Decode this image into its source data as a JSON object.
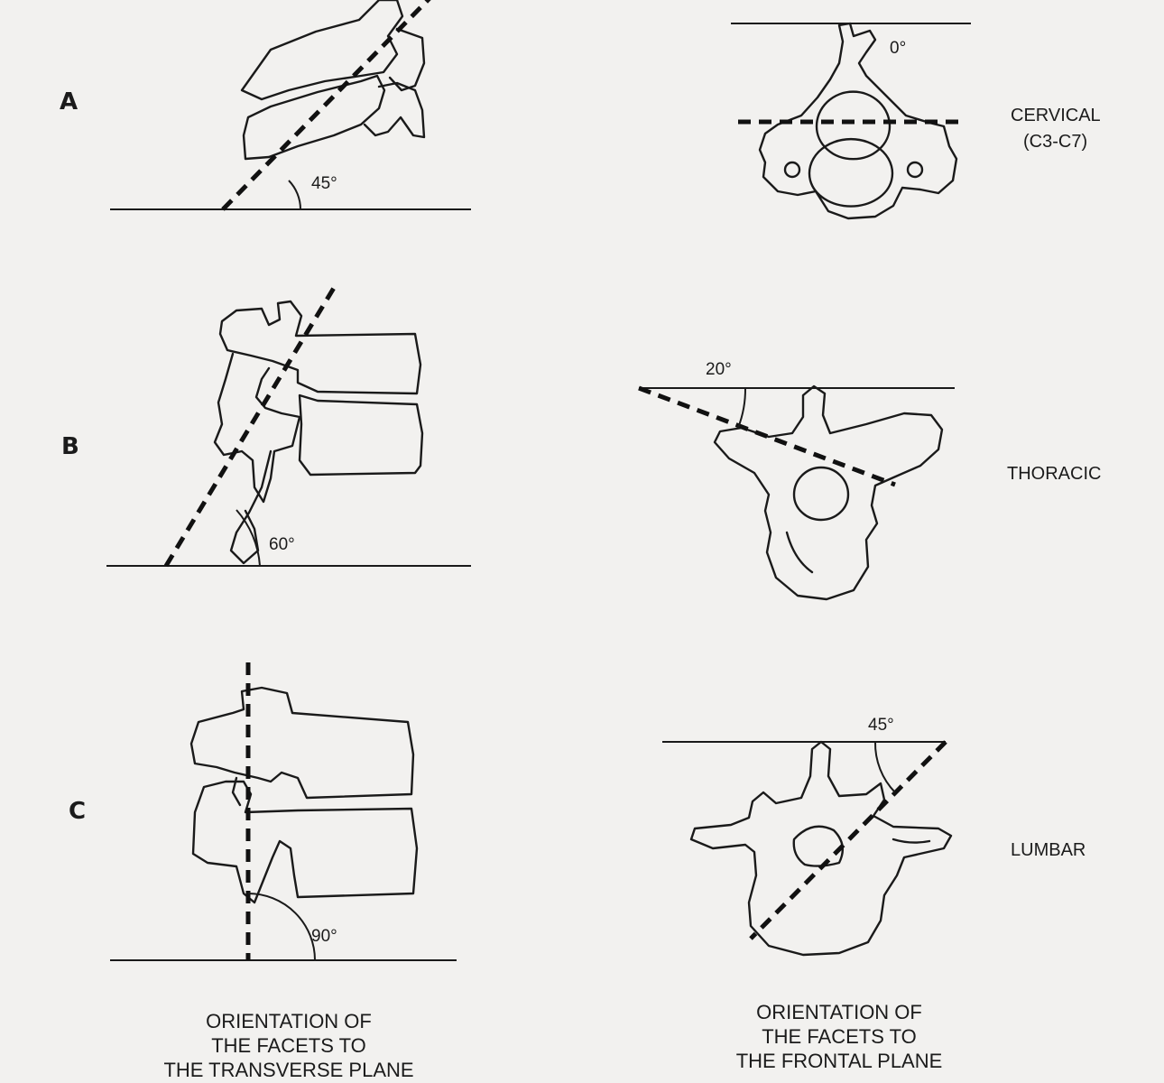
{
  "rows": [
    {
      "letter": "A",
      "region": "CERVICAL",
      "region_sub": "(C3-C7)",
      "transverse_angle": "45°",
      "frontal_angle": "0°"
    },
    {
      "letter": "B",
      "region": "THORACIC",
      "region_sub": "",
      "transverse_angle": "60°",
      "frontal_angle": "20°"
    },
    {
      "letter": "C",
      "region": "LUMBAR",
      "region_sub": "",
      "transverse_angle": "90°",
      "frontal_angle": "45°"
    }
  ],
  "captions": {
    "left": [
      "ORIENTATION OF",
      "THE FACETS TO",
      "THE TRANSVERSE PLANE"
    ],
    "right": [
      "ORIENTATION OF",
      "THE FACETS TO",
      "THE FRONTAL PLANE"
    ]
  }
}
